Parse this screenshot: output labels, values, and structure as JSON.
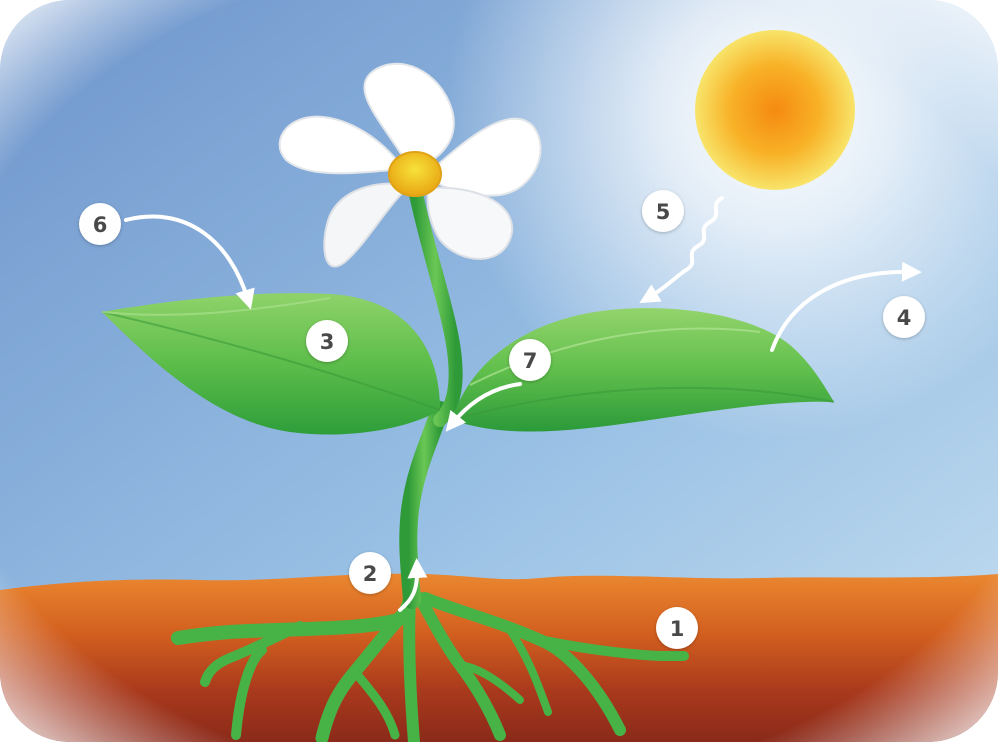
{
  "diagram": {
    "labels": [
      {
        "id": "roots",
        "text": "1"
      },
      {
        "id": "stem",
        "text": "2"
      },
      {
        "id": "leaf",
        "text": "3"
      },
      {
        "id": "transpiration",
        "text": "4"
      },
      {
        "id": "sunlight",
        "text": "5"
      },
      {
        "id": "air-intake",
        "text": "7"
      },
      {
        "id": "carbon-dioxide",
        "text": "6"
      }
    ],
    "colors": {
      "sky_top": "#7aa0cf",
      "sky_bottom": "#b9d8ee",
      "soil_top": "#e9852d",
      "soil_bottom": "#8f2e1c",
      "plant_green": "#3dab3b",
      "leaf_light": "#8fd06a",
      "sun_core": "#f7a21b",
      "sun_edge": "#f7e56a",
      "petal": "#ffffff",
      "flower_center": "#f2c11a",
      "badge_fill": "#ffffff",
      "badge_text": "#4a4a4a"
    }
  }
}
